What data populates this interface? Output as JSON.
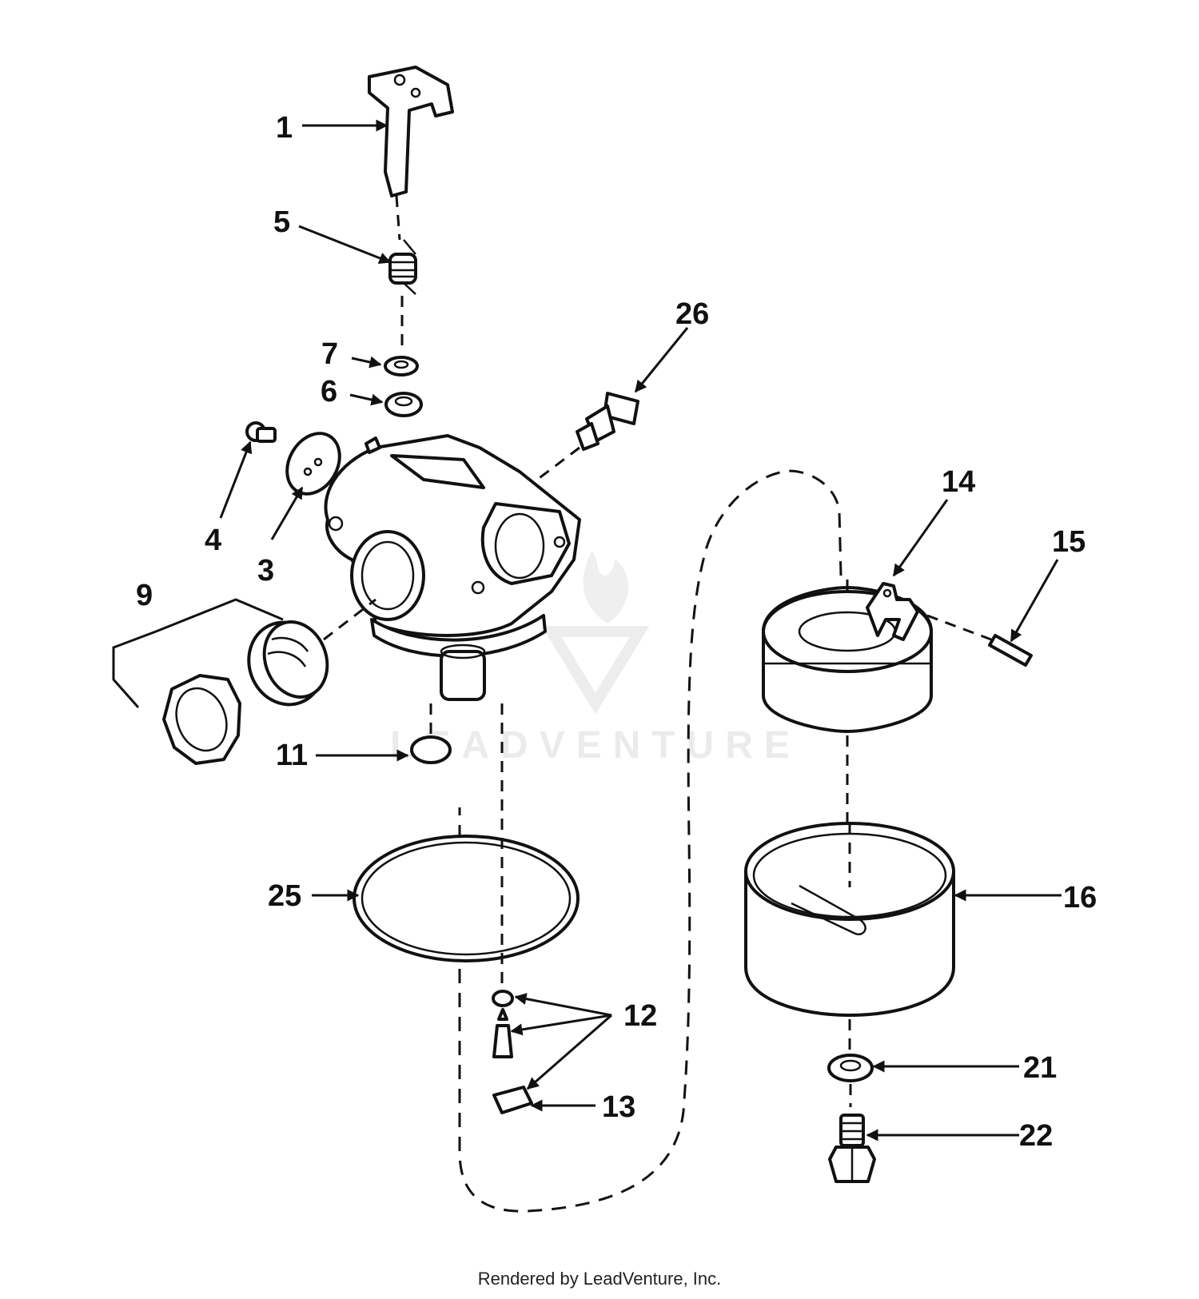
{
  "labels": {
    "l1": "1",
    "l5": "5",
    "l26": "26",
    "l7": "7",
    "l6": "6",
    "l4": "4",
    "l3": "3",
    "l9": "9",
    "l14": "14",
    "l15": "15",
    "l11": "11",
    "l25": "25",
    "l16": "16",
    "l12": "12",
    "l13": "13",
    "l21": "21",
    "l22": "22"
  },
  "watermark": {
    "text": "LEADVENTURE"
  },
  "footer": {
    "credit": "Rendered by LeadVenture, Inc."
  }
}
